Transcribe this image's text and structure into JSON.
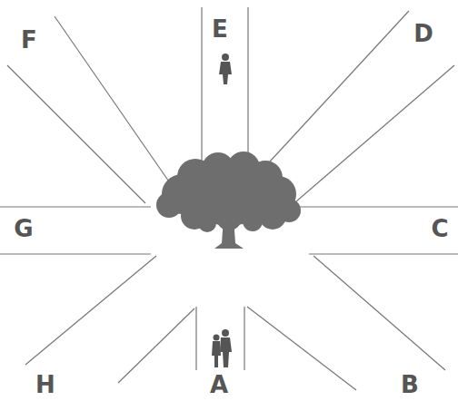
{
  "diagram": {
    "labels": [
      "F",
      "E",
      "D",
      "G",
      "C",
      "H",
      "A",
      "B"
    ]
  }
}
